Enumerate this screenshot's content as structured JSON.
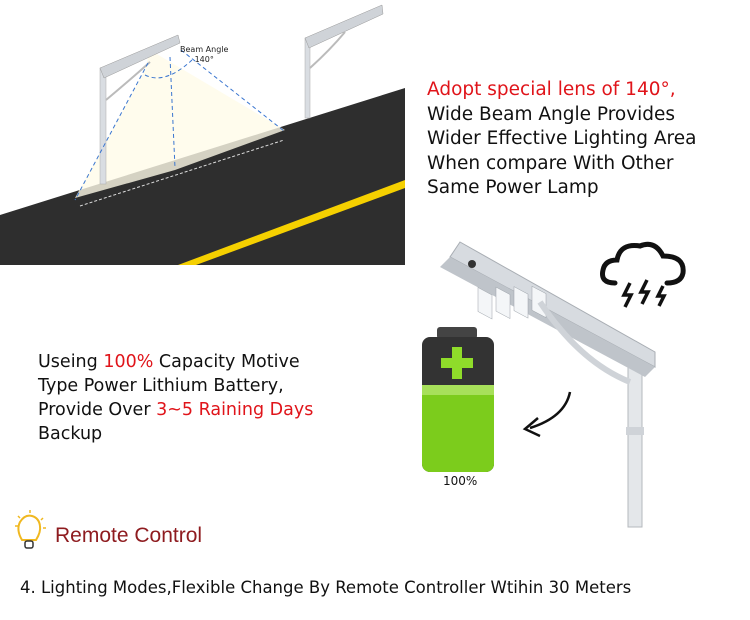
{
  "beam_diagram": {
    "label": "Beam Angle",
    "angle": "140°"
  },
  "lens_text": {
    "highlight": "Adopt special lens of 140°,",
    "lines": [
      "Wide Beam Angle Provides",
      "Wider Effective Lighting Area",
      "When compare With Other",
      "Same Power Lamp"
    ]
  },
  "battery_text": {
    "part1": "Useing ",
    "highlight1": "100%",
    "part2": " Capacity Motive",
    "line2": "Type Power Lithium Battery,",
    "part3": "Provide Over ",
    "highlight2": "3~5 Raining Days",
    "line4": "Backup"
  },
  "battery_label": "100%",
  "remote": {
    "title": "Remote Control",
    "description": "4. Lighting Modes,Flexible Change By Remote Controller Wtihin 30 Meters"
  },
  "colors": {
    "highlight": "#e0141a",
    "title": "#8e1b1f",
    "road": "#2e2e2e",
    "road_line": "#f5d000",
    "battery_green": "#7ccc1c"
  }
}
